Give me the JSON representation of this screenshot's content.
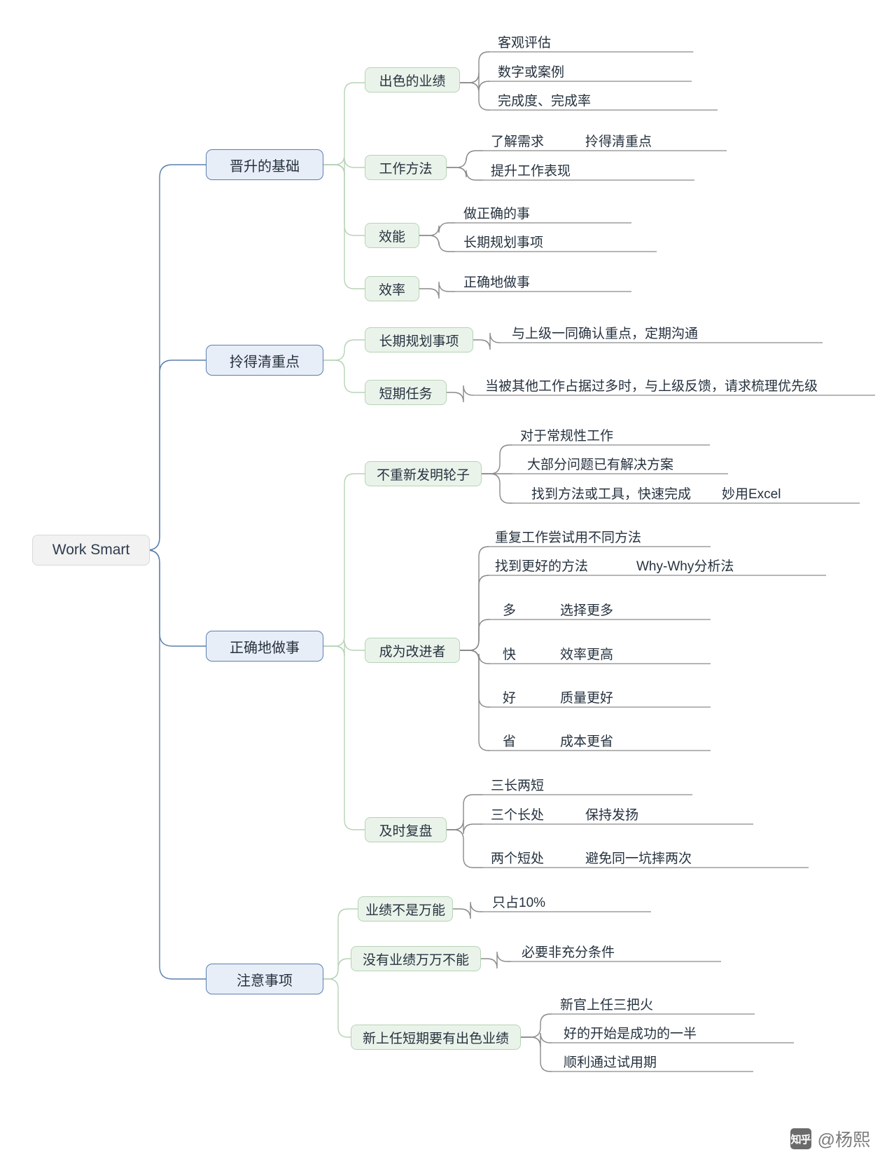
{
  "root": {
    "label": "Work Smart"
  },
  "branches": [
    {
      "label": "晋升的基础",
      "children": [
        {
          "label": "出色的业绩",
          "leaves": [
            {
              "text": "客观评估",
              "note": ""
            },
            {
              "text": "数字或案例",
              "note": ""
            },
            {
              "text": "完成度、完成率",
              "note": ""
            }
          ]
        },
        {
          "label": "工作方法",
          "leaves": [
            {
              "text": "了解需求",
              "note": "拎得清重点"
            },
            {
              "text": "提升工作表现",
              "note": ""
            }
          ]
        },
        {
          "label": "效能",
          "leaves": [
            {
              "text": "做正确的事",
              "note": ""
            },
            {
              "text": "长期规划事项",
              "note": ""
            }
          ]
        },
        {
          "label": "效率",
          "leaves": [
            {
              "text": "正确地做事",
              "note": ""
            }
          ]
        }
      ]
    },
    {
      "label": "拎得清重点",
      "children": [
        {
          "label": "长期规划事项",
          "leaves": [
            {
              "text": "与上级一同确认重点，定期沟通",
              "note": ""
            }
          ]
        },
        {
          "label": "短期任务",
          "leaves": [
            {
              "text": "当被其他工作占据过多时，与上级反馈，请求梳理优先级",
              "note": ""
            }
          ]
        }
      ]
    },
    {
      "label": "正确地做事",
      "children": [
        {
          "label": "不重新发明轮子",
          "leaves": [
            {
              "text": "对于常规性工作",
              "note": ""
            },
            {
              "text": "大部分问题已有解决方案",
              "note": ""
            },
            {
              "text": "找到方法或工具，快速完成",
              "note": "妙用Excel"
            }
          ]
        },
        {
          "label": "成为改进者",
          "leaves": [
            {
              "text": "重复工作尝试用不同方法",
              "note": ""
            },
            {
              "text": "找到更好的方法",
              "note": "Why-Why分析法"
            },
            {
              "text": "多",
              "note": "选择更多"
            },
            {
              "text": "快",
              "note": "效率更高"
            },
            {
              "text": "好",
              "note": "质量更好"
            },
            {
              "text": "省",
              "note": "成本更省"
            }
          ]
        },
        {
          "label": "及时复盘",
          "leaves": [
            {
              "text": "三长两短",
              "note": ""
            },
            {
              "text": "三个长处",
              "note": "保持发扬"
            },
            {
              "text": "两个短处",
              "note": "避免同一坑摔两次"
            }
          ]
        }
      ]
    },
    {
      "label": "注意事项",
      "children": [
        {
          "label": "业绩不是万能",
          "leaves": [
            {
              "text": "只占10%",
              "note": ""
            }
          ]
        },
        {
          "label": "没有业绩万万不能",
          "leaves": [
            {
              "text": "必要非充分条件",
              "note": ""
            }
          ]
        },
        {
          "label": "新上任短期要有出色业绩",
          "leaves": [
            {
              "text": "新官上任三把火",
              "note": ""
            },
            {
              "text": "好的开始是成功的一半",
              "note": ""
            },
            {
              "text": "顺利通过试用期",
              "note": ""
            }
          ]
        }
      ]
    }
  ],
  "watermark": {
    "logo": "知乎",
    "handle": "@杨熙"
  },
  "colors": {
    "root_bg": "#f2f2f2",
    "l1_bg": "#e8eef7",
    "l1_border": "#5b7fae",
    "l2_bg": "#eaf3ea",
    "l2_border": "#b6d3b6",
    "leaf_line": "#8a8a8a",
    "text": "#26323f"
  }
}
